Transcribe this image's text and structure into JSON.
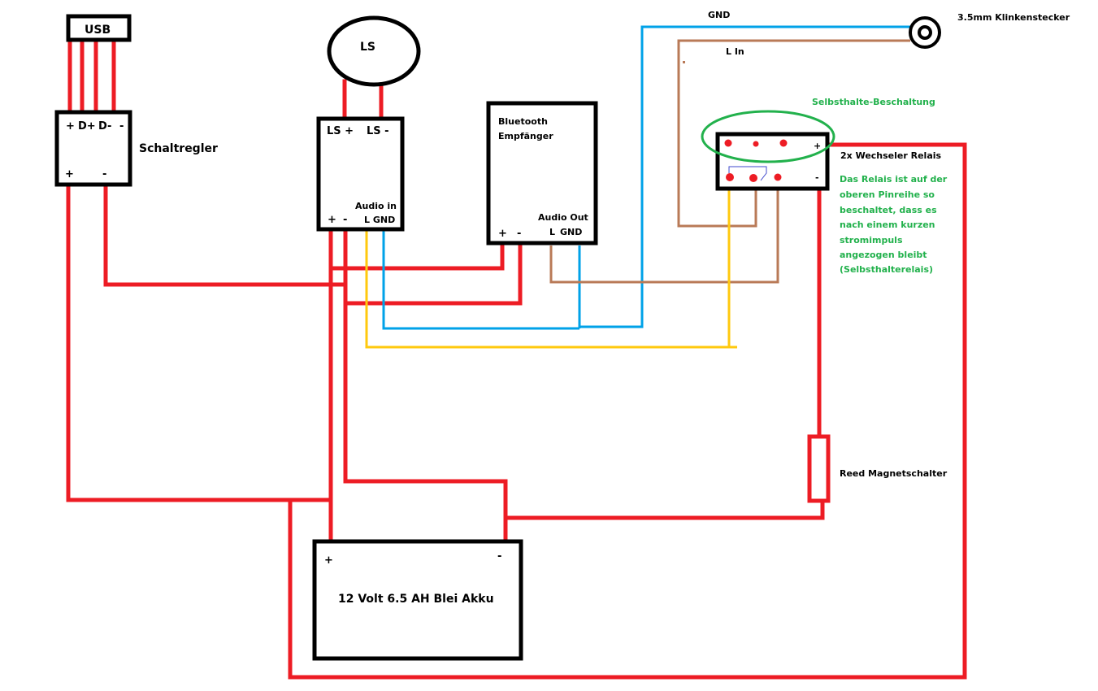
{
  "colors": {
    "power": "#ed1c24",
    "gnd_audio": "#00a2e8",
    "left_audio": "#b97a57",
    "yellow": "#ffc90e",
    "annotation": "#22b14c",
    "outline": "#000000",
    "jumper": "#3f48cc"
  },
  "usb": {
    "label": "USB"
  },
  "schaltregler": {
    "label": "Schaltregler",
    "top_pins": [
      "+",
      "D+",
      "D-",
      "-"
    ],
    "bottom_pins": [
      "+",
      "-"
    ]
  },
  "speaker": {
    "label": "LS"
  },
  "amplifier": {
    "ls_plus": "LS +",
    "ls_minus": "LS -",
    "audio_in": "Audio in",
    "plus": "+",
    "minus": "-",
    "l_gnd": "L GND"
  },
  "bluetooth": {
    "line1": "Bluetooth",
    "line2": "Empfänger",
    "audio_out": "Audio Out",
    "plus": "+",
    "minus": "-",
    "l": "L",
    "gnd": "GND"
  },
  "jack": {
    "label": "3.5mm Klinkenstecker",
    "gnd_label": "GND",
    "l_in_label": "L In"
  },
  "relay": {
    "label": "2x Wechseler Relais",
    "plus": "+",
    "minus": "-",
    "circuit_label": "Selbsthalte-Beschaltung",
    "note_lines": [
      "Das Relais ist auf der",
      "oberen Pinreihe so",
      "beschaltet, dass es",
      "nach einem kurzen",
      "stromimpuls",
      "angezogen bleibt",
      "(Selbsthalterelais)"
    ]
  },
  "reed": {
    "label": "Reed Magnetschalter"
  },
  "battery": {
    "label": "12 Volt 6.5 AH Blei Akku",
    "plus": "+",
    "minus": "-"
  }
}
